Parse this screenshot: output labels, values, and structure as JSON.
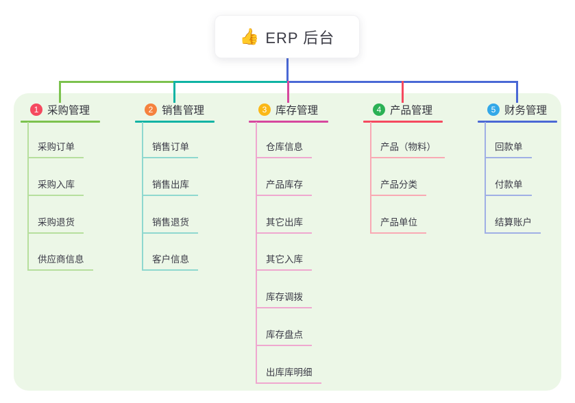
{
  "root": {
    "emoji": "👍",
    "emoji_name": "thumbs-up-icon",
    "title": "ERP 后台"
  },
  "colors": {
    "panel_background": "#ecf7e7",
    "root_connector": "#4a68d5",
    "text_dark": "#3a3a46",
    "node_background": "#ffffff"
  },
  "connectors": {
    "bus_segment_colors": [
      "#7cc24e",
      "#0fb3a4",
      "#4a68d5"
    ],
    "drop_colors": [
      "#7cc24e",
      "#0fb3a4",
      "#d6489e",
      "#f5495f",
      "#4a68d5"
    ]
  },
  "branches": [
    {
      "index": "1",
      "label": "采购管理",
      "badge_color": "#f5495f",
      "line_color": "#7cc24e",
      "light_color": "#b6df9d",
      "children": [
        "采购订单",
        "采购入库",
        "采购退货",
        "供应商信息"
      ]
    },
    {
      "index": "2",
      "label": "销售管理",
      "badge_color": "#f5823e",
      "line_color": "#0fb3a4",
      "light_color": "#8ed8cf",
      "children": [
        "销售订单",
        "销售出库",
        "销售退货",
        "客户信息"
      ]
    },
    {
      "index": "3",
      "label": "库存管理",
      "badge_color": "#fbb817",
      "line_color": "#d6489e",
      "light_color": "#efa7cf",
      "children": [
        "仓库信息",
        "产品库存",
        "其它出库",
        "其它入库",
        "库存调拨",
        "库存盘点",
        "出库库明细"
      ]
    },
    {
      "index": "4",
      "label": "产品管理",
      "badge_color": "#2bb155",
      "line_color": "#f5495f",
      "light_color": "#f9a9b4",
      "children": [
        "产品（物料）",
        "产品分类",
        "产品单位"
      ]
    },
    {
      "index": "5",
      "label": "财务管理",
      "badge_color": "#33a8e8",
      "line_color": "#4a68d5",
      "light_color": "#9fafe5",
      "children": [
        "回款单",
        "付款单",
        "结算账户"
      ]
    }
  ]
}
